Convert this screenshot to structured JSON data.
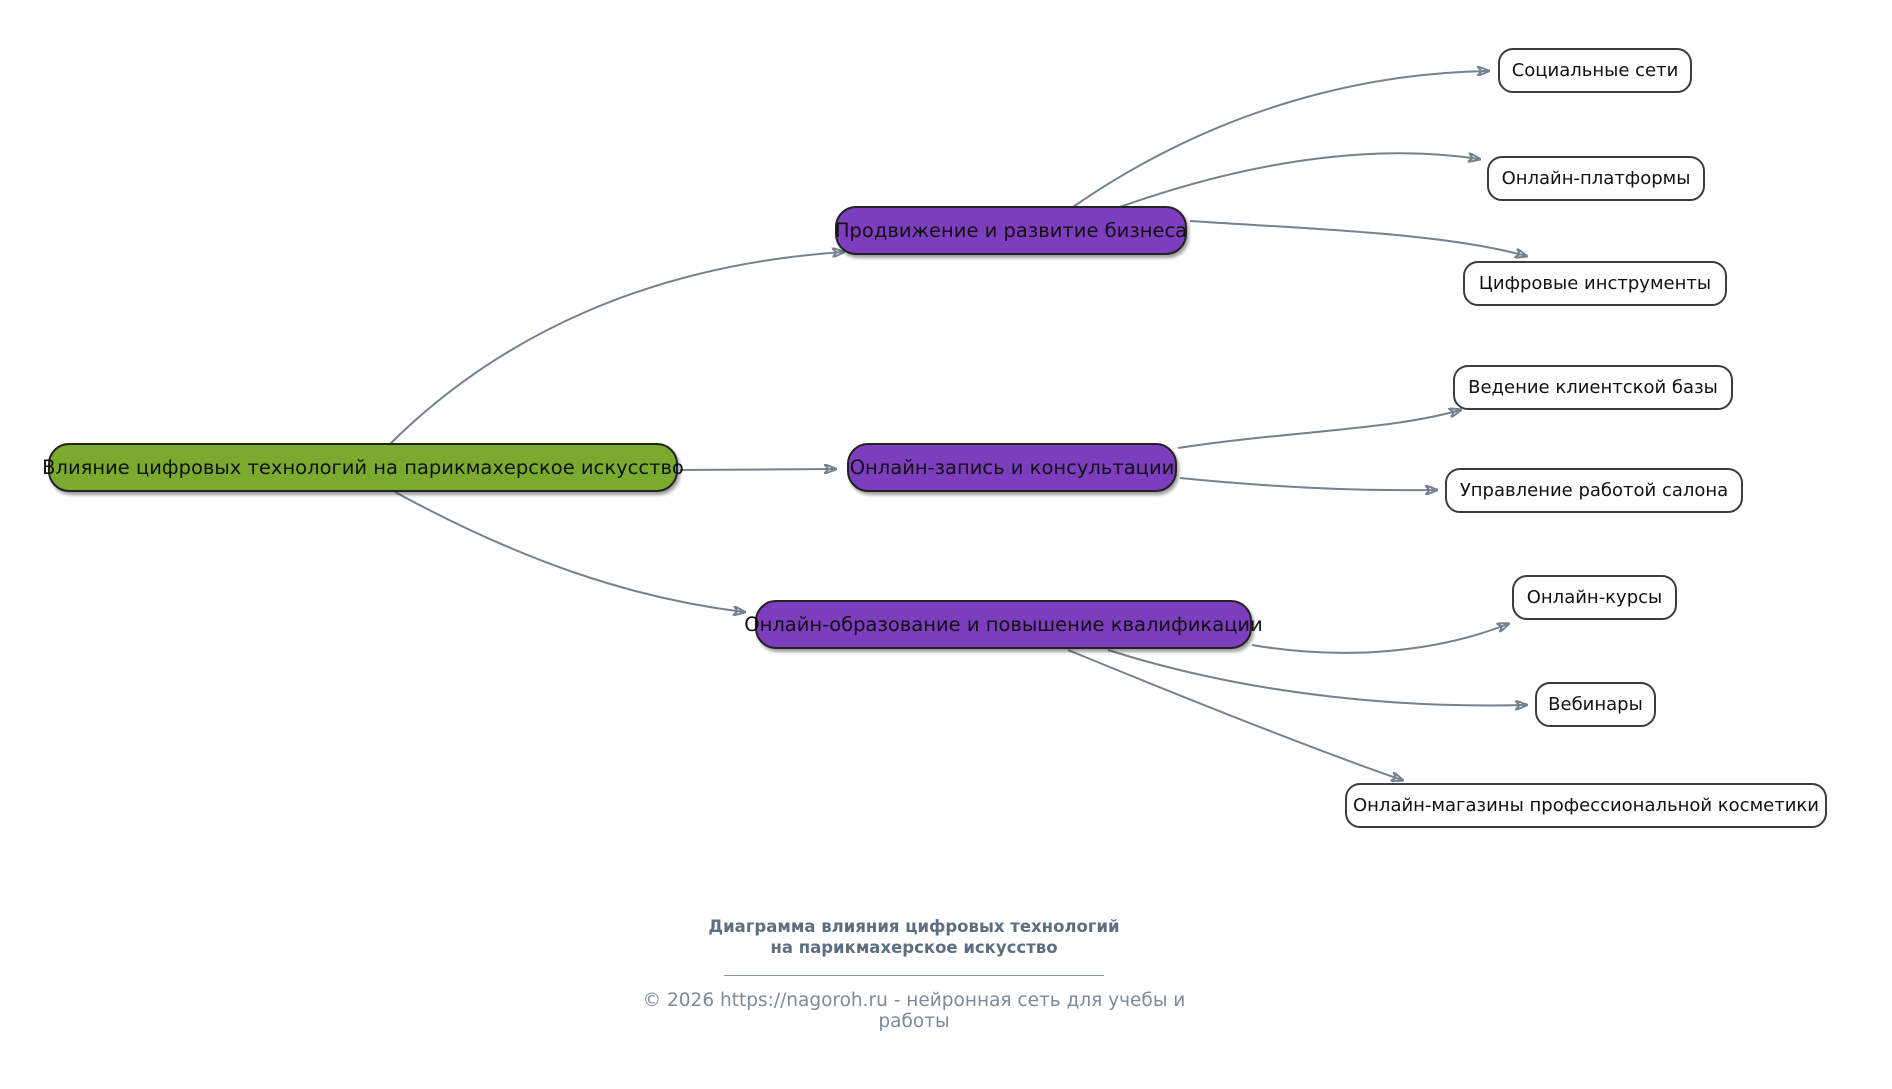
{
  "mindmap": {
    "root": {
      "label": "Влияние цифровых технологий на парикмахерское искусство"
    },
    "branches": [
      {
        "label": "Продвижение и развитие бизнеса",
        "children": [
          {
            "label": "Социальные сети"
          },
          {
            "label": "Онлайн-платформы"
          },
          {
            "label": "Цифровые инструменты"
          }
        ]
      },
      {
        "label": "Онлайн-запись и консультации",
        "children": [
          {
            "label": "Ведение клиентской базы"
          },
          {
            "label": "Управление работой салона"
          }
        ]
      },
      {
        "label": "Онлайн-образование и повышение квалификации",
        "children": [
          {
            "label": "Онлайн-курсы"
          },
          {
            "label": "Вебинары"
          },
          {
            "label": "Онлайн-магазины профессиональной косметики"
          }
        ]
      }
    ]
  },
  "footer": {
    "title": "Диаграмма влияния цифровых технологий на парикмахерское искусство",
    "copyright": "© 2026 https://nagoroh.ru - нейронная сеть для учебы и работы"
  },
  "colors": {
    "root_fill": "#7aab2f",
    "branch_fill": "#7c3dbe",
    "edge": "#74828f",
    "node_border": "#222222",
    "leaf_border": "#3c3c3c",
    "footer_title": "#5d6e80",
    "footer_text": "#7d8a99",
    "background": "#ffffff"
  }
}
